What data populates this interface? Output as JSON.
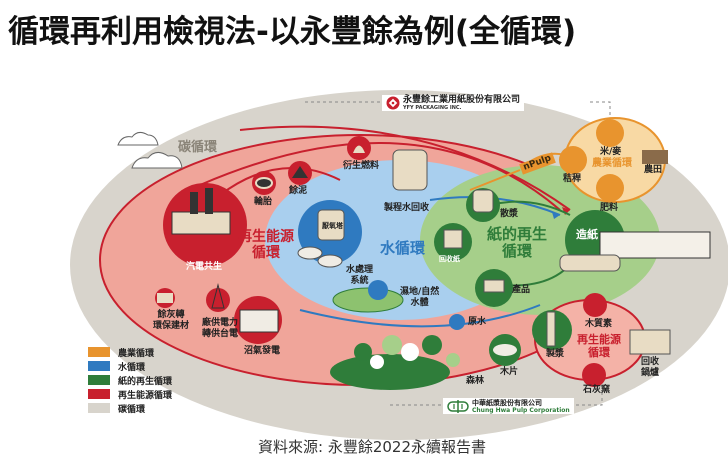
{
  "title": "循環再利用檢視法-以永豐餘為例(全循環)",
  "source": "資料來源: 永豐餘2022永續報告書",
  "companies": {
    "top": {
      "name": "永豐餘工業用紙股份有限公司",
      "sub": "YFY PACKAGING INC."
    },
    "bottom": {
      "name": "中華紙漿股份有限公司",
      "sub": "Chung Hwa Pulp Corporation"
    }
  },
  "cycles": {
    "carbon": {
      "label": "碳循環",
      "color": "#d8d4cc"
    },
    "renewable": {
      "label": "再生能源循環",
      "line1": "再生能源",
      "line2": "循環",
      "color": "#c8202e"
    },
    "water": {
      "label": "水循環",
      "color": "#2f7ac0"
    },
    "paper": {
      "label": "紙的再生循環",
      "line1": "紙的再生",
      "line2": "循環",
      "color": "#2f7d3a"
    },
    "agri": {
      "label": "農業循環",
      "color": "#e8942e"
    },
    "renewable2": {
      "line1": "再生能源",
      "line2": "循環"
    }
  },
  "nodes": {
    "cogeneration": "汽電共生",
    "tires": "輪胎",
    "sludge": "餘泥",
    "derived_fuel": "衍生燃料",
    "process_water": "製程水回收",
    "water_treatment_1": "水處理",
    "water_treatment_2": "系統",
    "anaerobic": "厭氧塔",
    "wetland_1": "濕地/自然",
    "wetland_2": "水體",
    "raw_water": "原水",
    "ash_1": "餘灰轉",
    "ash_2": "環保建材",
    "power_1": "廠供電力",
    "power_2": "轉供台電",
    "biogas": "沼氣發電",
    "npulp": "nPulp",
    "pulping": "散漿",
    "recycled_paper": "回收紙",
    "papermaking": "造紙",
    "products": "產品",
    "straw": "秸稈",
    "rice_wheat": "米/麥",
    "farmland": "農田",
    "fertilizer": "肥料",
    "wood_chips": "木片",
    "forest": "森林",
    "pulp_making": "製漿",
    "lignin": "木質素",
    "recovery_boiler_1": "回收",
    "recovery_boiler_2": "鍋爐",
    "lime_kiln": "石灰窯"
  },
  "legend": [
    {
      "label": "農業循環",
      "color": "#e8942e"
    },
    {
      "label": "水循環",
      "color": "#2f7ac0"
    },
    {
      "label": "紙的再生循環",
      "color": "#2f7d3a"
    },
    {
      "label": "再生能源循環",
      "color": "#c8202e"
    },
    {
      "label": "碳循環",
      "color": "#d8d4cc"
    }
  ]
}
